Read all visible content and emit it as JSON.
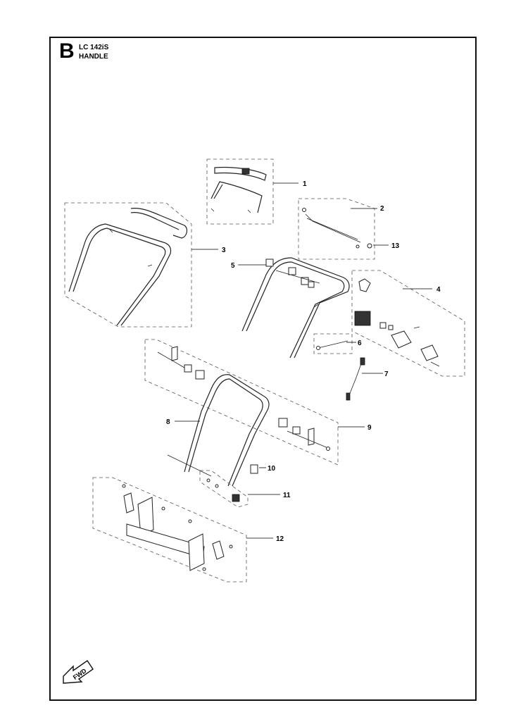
{
  "header": {
    "section_letter": "B",
    "model": "LC 142iS",
    "title": "HANDLE"
  },
  "callouts": [
    "1",
    "2",
    "3",
    "4",
    "5",
    "6",
    "7",
    "8",
    "9",
    "10",
    "11",
    "12",
    "13"
  ],
  "fwd_label": "FWD"
}
